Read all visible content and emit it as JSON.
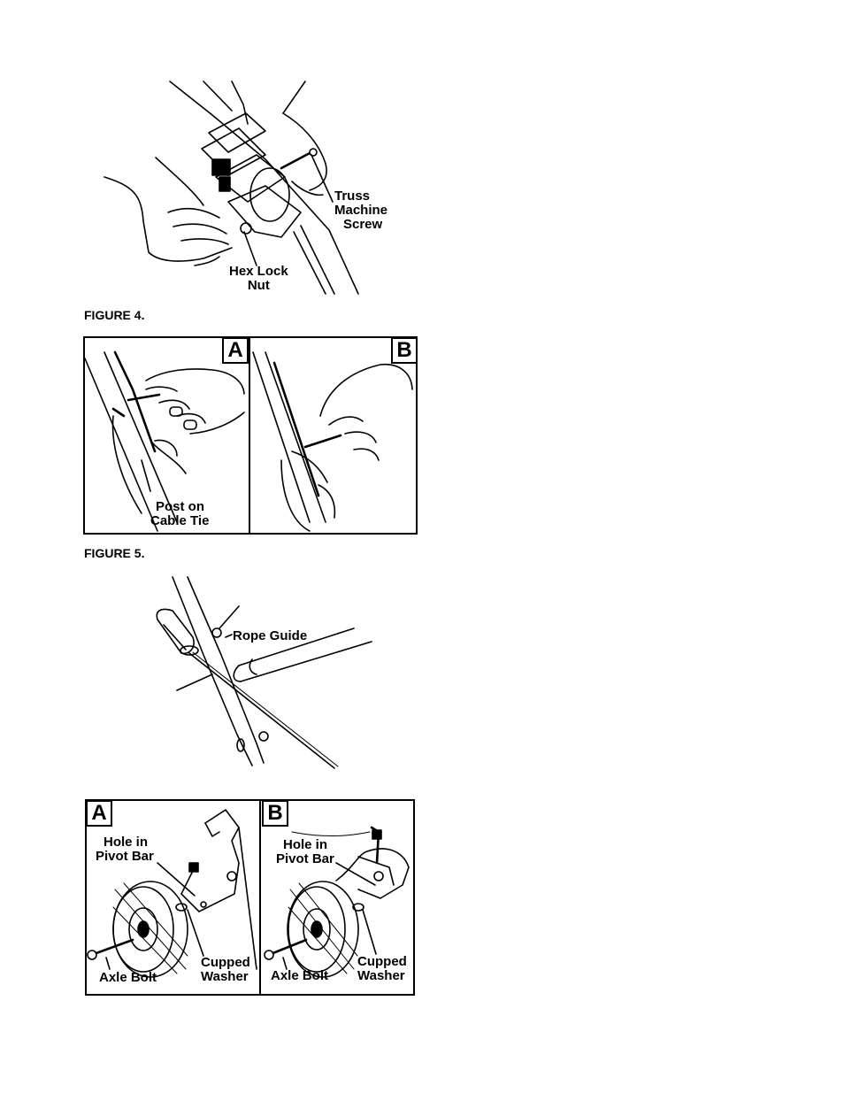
{
  "figure4": {
    "caption": "FIGURE 4.",
    "labels": {
      "truss_screw": [
        "Truss",
        "Machine",
        "Screw"
      ],
      "hex_lock_nut": [
        "Hex Lock",
        "Nut"
      ]
    }
  },
  "figure5": {
    "caption": "FIGURE 5.",
    "panel_a": {
      "letter": "A",
      "label": [
        "Post on",
        "Cable Tie"
      ]
    },
    "panel_b": {
      "letter": "B"
    }
  },
  "figure6": {
    "labels": {
      "rope_guide": "Rope Guide"
    }
  },
  "figure7": {
    "panel_a": {
      "letter": "A",
      "hole_in_pivot_bar": [
        "Hole in",
        "Pivot Bar"
      ],
      "cupped_washer": [
        "Cupped",
        "Washer"
      ],
      "axle_bolt": "Axle Bolt"
    },
    "panel_b": {
      "letter": "B",
      "hole_in_pivot_bar": [
        "Hole in",
        "Pivot Bar"
      ],
      "cupped_washer": [
        "Cupped",
        "Washer"
      ],
      "axle_bolt": "Axle Bolt"
    }
  }
}
